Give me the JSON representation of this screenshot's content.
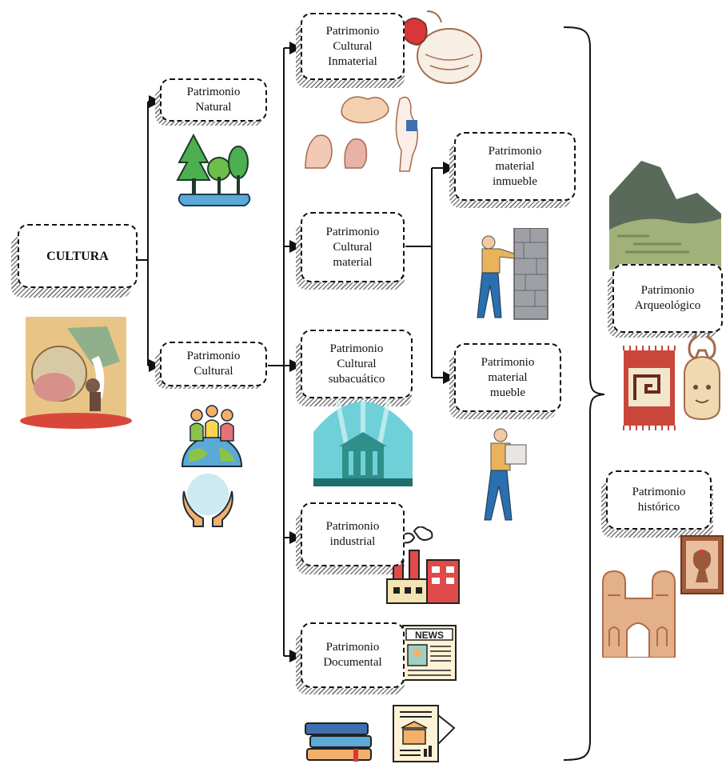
{
  "nodes": {
    "cultura": "CULTURA",
    "natural": "Patrimonio\nNatural",
    "cultural": "Patrimonio\nCultural",
    "inmaterial": "Patrimonio\nCultural\nInmaterial",
    "material": "Patrimonio\nCultural\nmaterial",
    "subacuatico": "Patrimonio\nCultural\nsubacuático",
    "industrial": "Patrimonio\nindustrial",
    "documental": "Patrimonio\nDocumental",
    "inmueble": "Patrimonio\nmaterial\ninmueble",
    "mueble": "Patrimonio\nmaterial\nmueble",
    "arqueologico": "Patrimonio\nArqueológico",
    "historico": "Patrimonio\nhistórico"
  },
  "news_label": "NEWS",
  "colors": {
    "line": "#111111",
    "tree_green": "#4caf50",
    "water_blue": "#5aa9d6",
    "factory_red": "#e04a4a",
    "underwater_teal": "#6fd0d8"
  }
}
